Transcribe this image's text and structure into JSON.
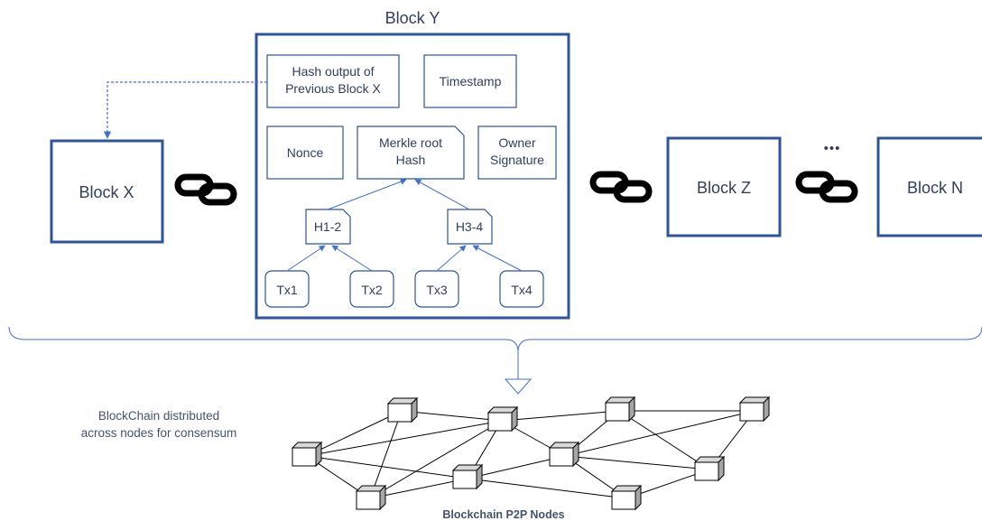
{
  "block_y": {
    "title": "Block Y",
    "hash_prev": [
      "Hash output of",
      "Previous Block X"
    ],
    "timestamp": "Timestamp",
    "nonce": "Nonce",
    "merkle_root": [
      "Merkle root",
      "Hash"
    ],
    "owner_signature": [
      "Owner",
      "Signature"
    ],
    "h12": "H1-2",
    "h34": "H3-4",
    "tx": [
      "Tx1",
      "Tx2",
      "Tx3",
      "Tx4"
    ]
  },
  "blocks": {
    "x": "Block X",
    "z": "Block Z",
    "n": "Block N",
    "ellipsis": "•••"
  },
  "network": {
    "description": [
      "BlockChain distributed",
      "across nodes for consensum"
    ],
    "caption": "Blockchain P2P Nodes"
  },
  "colors": {
    "primary_blue": "#2f5597",
    "accent_blue": "#4472c4",
    "node_front": "#ffffff",
    "node_side": "#a6a6a6",
    "node_top": "#d9d9d9",
    "text": "#2f3f5c"
  },
  "icons": {
    "chain_link": "chain-link-icon"
  }
}
